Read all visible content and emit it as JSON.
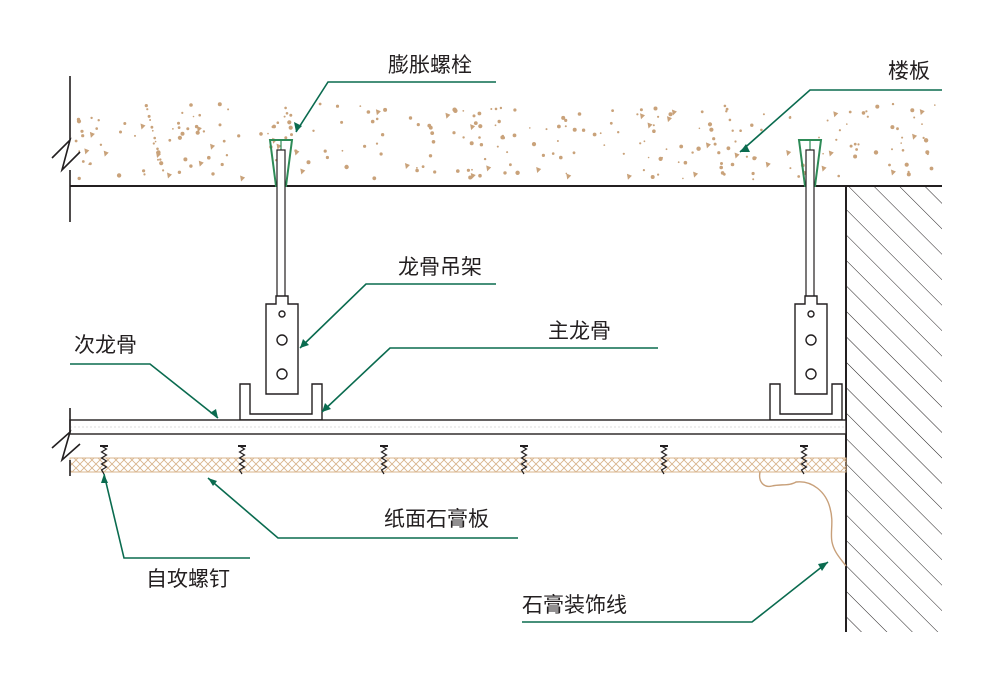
{
  "labels": {
    "expansion_bolt": "膨胀螺栓",
    "floor_slab": "楼板",
    "hanger": "龙骨吊架",
    "main_keel": "主龙骨",
    "secondary_keel": "次龙骨",
    "gypsum_board": "纸面石膏板",
    "self_tapping_screw": "自攻螺钉",
    "gypsum_molding": "石膏装饰线"
  },
  "colors": {
    "leader": "#0a6b4f",
    "line": "#231f20",
    "slab_speckle": "#c9a27a",
    "board_hatch": "#d8b48c",
    "anchor": "#2e8b57",
    "molding": "#c8a07a"
  }
}
